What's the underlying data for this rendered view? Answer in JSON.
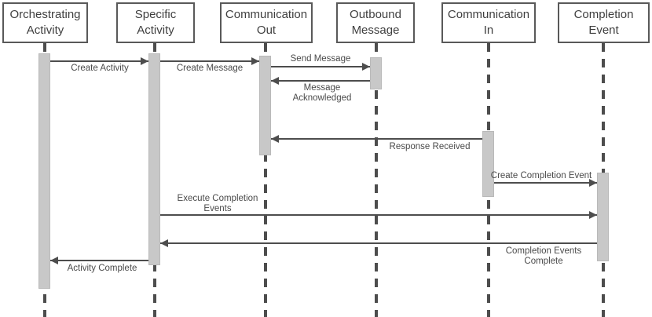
{
  "diagram": {
    "type": "uml-sequence-diagram",
    "colors": {
      "background": "#ffffff",
      "box_border": "#595959",
      "box_text": "#3f3f3f",
      "activation_bar_fill": "#c8c8c8",
      "activation_bar_border": "#b9b9b9",
      "arrow_line": "#4d4d4d",
      "label_text": "#4a4a4a"
    },
    "actors": [
      {
        "id": "orchestrating-activity",
        "label": "Orchestrating Activity"
      },
      {
        "id": "specific-activity",
        "label": "Specific Activity"
      },
      {
        "id": "communication-out",
        "label": "Communication Out"
      },
      {
        "id": "outbound-message",
        "label": "Outbound Message"
      },
      {
        "id": "communication-in",
        "label": "Communication In"
      },
      {
        "id": "completion-event",
        "label": "Completion Event"
      }
    ],
    "messages": [
      {
        "label": "Create Activity",
        "from": "Orchestrating Activity",
        "to": "Specific Activity",
        "direction": "right",
        "label_position": "below"
      },
      {
        "label": "Create Message",
        "from": "Specific Activity",
        "to": "Communication Out",
        "direction": "right",
        "label_position": "below"
      },
      {
        "label": "Send Message",
        "from": "Communication Out",
        "to": "Outbound Message",
        "direction": "right",
        "label_position": "above"
      },
      {
        "label": "Message Acknowledged",
        "from": "Outbound Message",
        "to": "Communication Out",
        "direction": "left",
        "label_position": "below"
      },
      {
        "label": "Response Received",
        "from": "Communication In",
        "to": "Communication Out",
        "direction": "left",
        "label_position": "below"
      },
      {
        "label": "Create Completion Event",
        "from": "Communication In",
        "to": "Completion Event",
        "direction": "right",
        "label_position": "above"
      },
      {
        "label": "Execute Completion Events",
        "from": "Specific Activity",
        "to": "Completion Event",
        "direction": "right",
        "label_position": "above"
      },
      {
        "label": "Completion Events Complete",
        "from": "Completion Event",
        "to": "Specific Activity",
        "direction": "left",
        "label_position": "below"
      },
      {
        "label": "Activity Complete",
        "from": "Specific Activity",
        "to": "Orchestrating Activity",
        "direction": "left",
        "label_position": "below"
      }
    ]
  }
}
